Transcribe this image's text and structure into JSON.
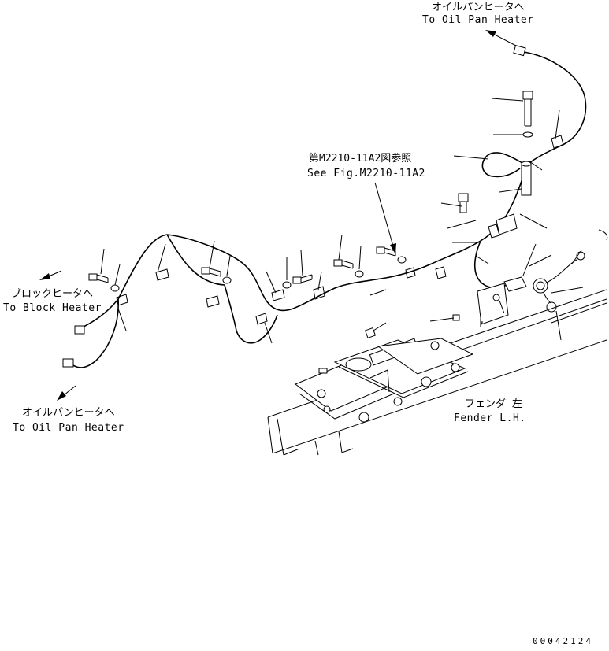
{
  "labels": {
    "top_jp": "オイルパンヒータへ",
    "top_en": "To Oil Pan Heater",
    "ref_jp": "第M2210-11A2図参照",
    "ref_en": "See Fig.M2210-11A2",
    "block_jp": "ブロックヒータへ",
    "block_en": "To Block Heater",
    "bottom_jp": "オイルパンヒータへ",
    "bottom_en": "To Oil Pan Heater",
    "fender_jp": "フェンダ 左",
    "fender_en": "Fender L.H."
  },
  "drawing_code": "00042124"
}
